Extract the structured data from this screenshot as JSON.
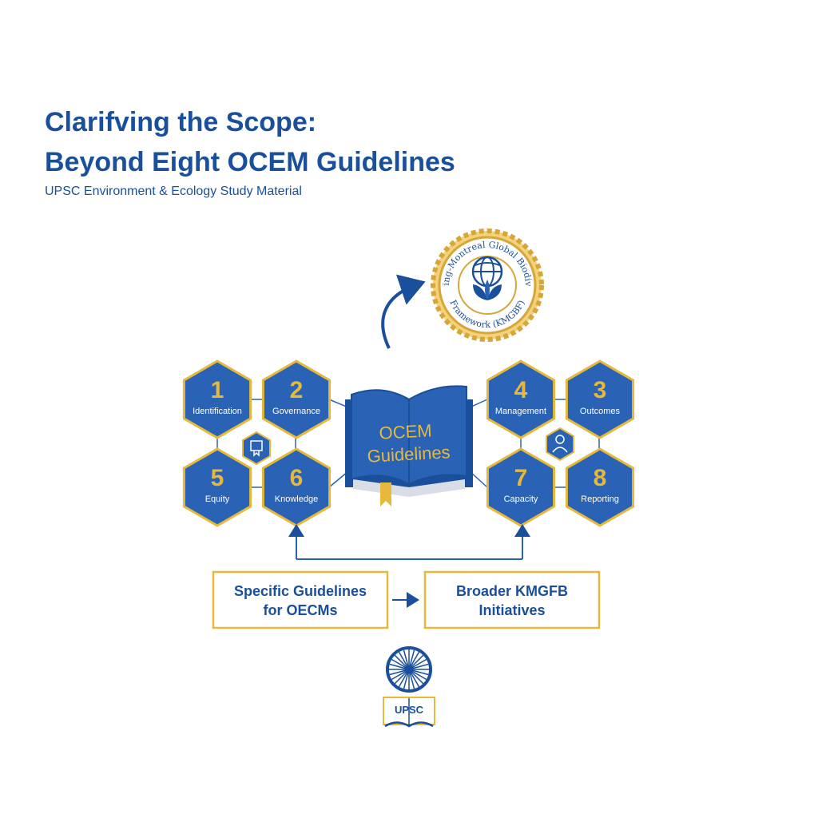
{
  "header": {
    "title_line1": "Clarifving the Scope:",
    "title_line2": "Beyond Eight OCEM Guidelines",
    "subtitle": "UPSC Environment & Ecology Study Material"
  },
  "seal": {
    "top_text": "Kunming-Montreal Global Biodiversity",
    "bottom_text": "Framework (KMGBF)"
  },
  "book": {
    "line1": "OCEM",
    "line2": "Guidelines"
  },
  "guidelines": [
    {
      "number": "1",
      "label": "Identification"
    },
    {
      "number": "2",
      "label": "Governance"
    },
    {
      "number": "4",
      "label": "Management"
    },
    {
      "number": "3",
      "label": "Outcomes"
    },
    {
      "number": "5",
      "label": "Equity"
    },
    {
      "number": "6",
      "label": "Knowledge"
    },
    {
      "number": "7",
      "label": "Capacity"
    },
    {
      "number": "8",
      "label": "Reporting"
    }
  ],
  "boxes": {
    "left_line1": "Specific Guidelines",
    "left_line2": "for OECMs",
    "right_line1": "Broader KMGFB",
    "right_line2": "Initiatives"
  },
  "logo": {
    "text": "UPSC"
  },
  "icons": {
    "seal_center": "globe-leaf-icon",
    "left_connector": "certificate-icon",
    "right_connector": "people-icon",
    "logo_wheel": "ashoka-chakra-icon",
    "logo_book": "open-book-icon"
  },
  "colors": {
    "primary_blue": "#1a4f9c",
    "hex_fill": "#2a63b5",
    "gold": "#e6b93c"
  }
}
